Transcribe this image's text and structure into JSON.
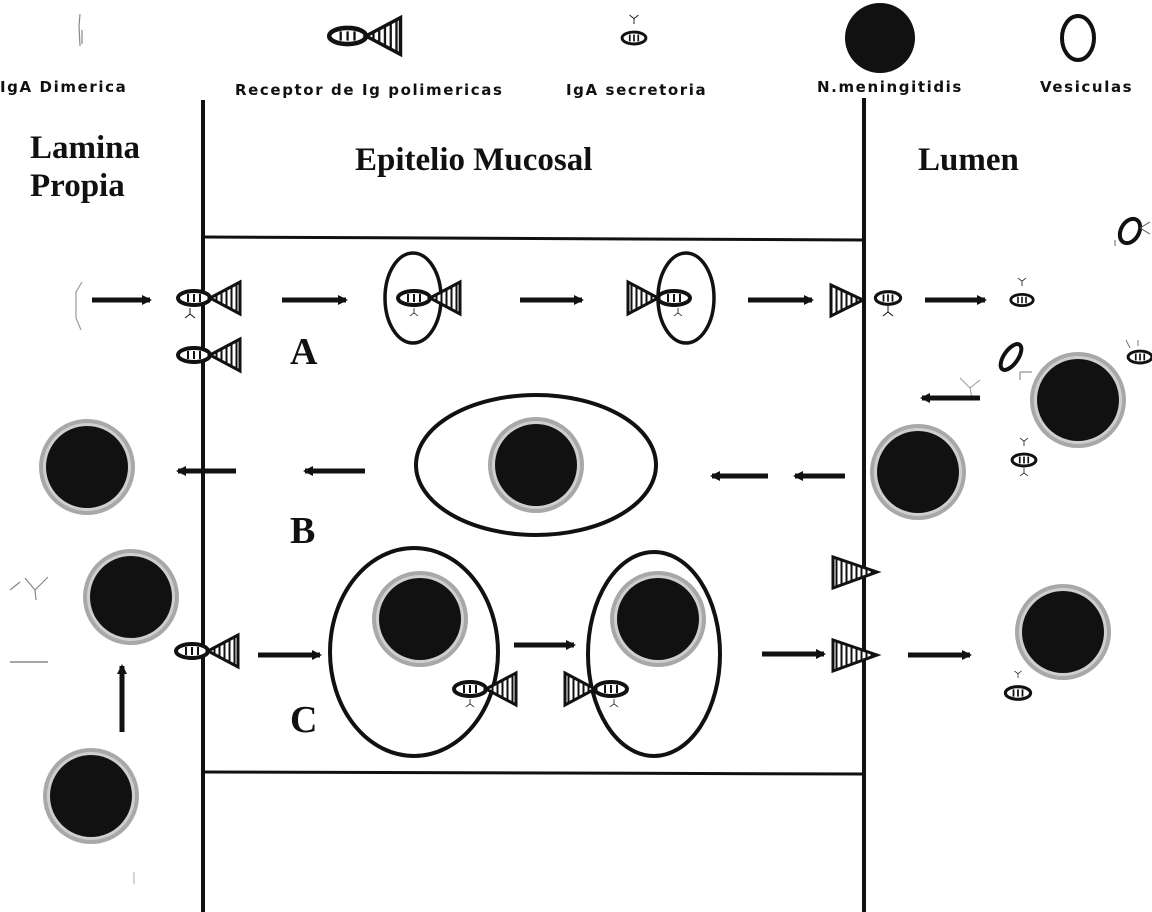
{
  "legend": {
    "iga_dimerica": "IgA Dimerica",
    "receptor": "Receptor de Ig polimericas",
    "iga_secretoria": "IgA secretoria",
    "meningitidis": "N.meningitidis",
    "vesiculas": "Vesiculas"
  },
  "regions": {
    "lamina_line1": "Lamina",
    "lamina_line2": "Propia",
    "epitelio": "Epitelio Mucosal",
    "lumen": "Lumen"
  },
  "pathways": {
    "a": "A",
    "b": "B",
    "c": "C"
  },
  "colors": {
    "ink": "#111111",
    "bacterium": "#111111",
    "bacterium_halo": "#9a9a9a"
  }
}
